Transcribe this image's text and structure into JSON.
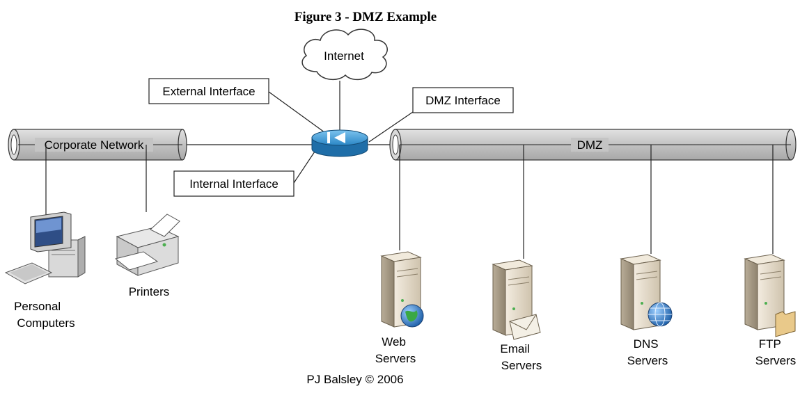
{
  "title": "Figure 3 - DMZ Example",
  "internet": {
    "label": "Internet"
  },
  "interfaces": {
    "external": "External Interface",
    "dmz": "DMZ Interface",
    "internal": "Internal Interface"
  },
  "networks": {
    "corporate": "Corporate Network",
    "dmz": "DMZ"
  },
  "devices": {
    "personal_computers": [
      "Personal",
      "Computers"
    ],
    "printers": "Printers",
    "web_servers": [
      "Web",
      "Servers"
    ],
    "email_servers": [
      "Email",
      "Servers"
    ],
    "dns_servers": [
      "DNS",
      "Servers"
    ],
    "ftp_servers": [
      "FTP",
      "Servers"
    ]
  },
  "credit": "PJ Balsley © 2006",
  "colors": {
    "pipe_fill": "#c4c4c4",
    "router_top": "#5aa6d8",
    "router_side": "#1f6ea8",
    "server_body": "#e6dccb",
    "globe": "#2f7fc2"
  }
}
